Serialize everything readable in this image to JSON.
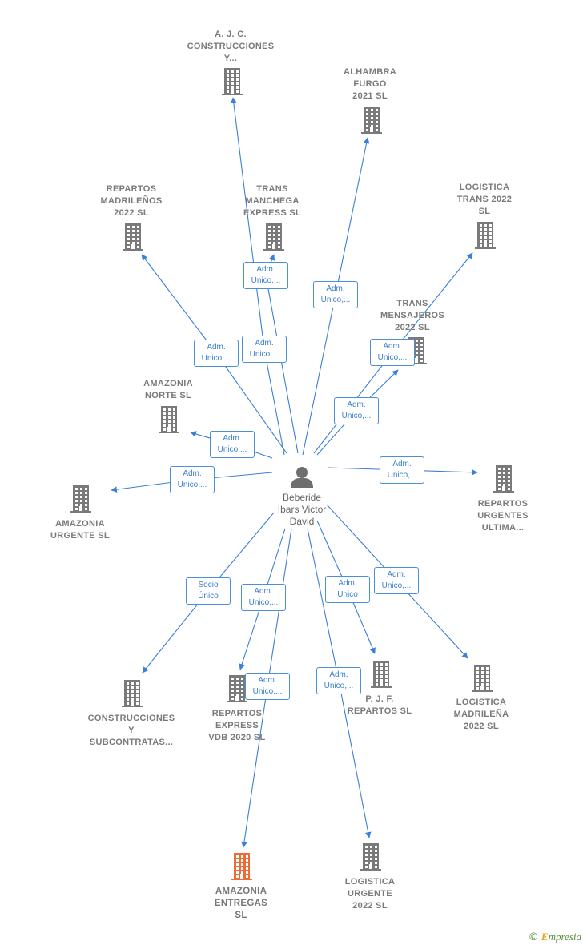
{
  "center": {
    "label": "Beberide\nIbars Victor\nDavid",
    "icon": "person-icon"
  },
  "colors": {
    "edge": "#3a7fd8",
    "node": "#7a7a7a",
    "highlight": "#f06a35",
    "text": "#7a7a7a"
  },
  "nodes": [
    {
      "id": "ajc",
      "label": "A.  J.  C.\nCONSTRUCCIONES\nY...",
      "edge_label": "Adm.\nUnico,..."
    },
    {
      "id": "alhambra",
      "label": "ALHAMBRA\nFURGO\n2021  SL",
      "edge_label": "Adm.\nUnico,..."
    },
    {
      "id": "repartos_madrilenos",
      "label": "REPARTOS\nMADRILEÑOS\n2022  SL",
      "edge_label": "Adm.\nUnico,..."
    },
    {
      "id": "trans_manchega",
      "label": "TRANS\nMANCHEGA\nEXPRESS  SL",
      "edge_label": "Adm.\nUnico,..."
    },
    {
      "id": "logistica_trans",
      "label": "LOGISTICA\nTRANS 2022\nSL",
      "edge_label": "Adm.\nUnico,..."
    },
    {
      "id": "trans_mensajeros",
      "label": "TRANS\nMENSAJEROS\n2022  SL",
      "edge_label": "Adm.\nUnico,..."
    },
    {
      "id": "amazonia_norte",
      "label": "AMAZONIA\nNORTE  SL",
      "edge_label": "Adm.\nUnico,..."
    },
    {
      "id": "amazonia_urgente",
      "label": "AMAZONIA\nURGENTE  SL",
      "edge_label": "Adm.\nUnico,..."
    },
    {
      "id": "repartos_urgentes",
      "label": "REPARTOS\nURGENTES\nULTIMA...",
      "edge_label": "Adm.\nUnico,..."
    },
    {
      "id": "construcciones",
      "label": "CONSTRUCCIONES\nY\nSUBCONTRATAS...",
      "edge_label": "Socio\nÚnico"
    },
    {
      "id": "repartos_express",
      "label": "REPARTOS\nEXPRESS\nVDB 2020  SL",
      "edge_label": "Adm.\nUnico,..."
    },
    {
      "id": "pjf",
      "label": "P.  J.  F.\nREPARTOS  SL",
      "edge_label": "Adm.\nUnico"
    },
    {
      "id": "logistica_madrilena",
      "label": "LOGISTICA\nMADRILEÑA\n2022  SL",
      "edge_label": "Adm.\nUnico,..."
    },
    {
      "id": "amazonia_entregas",
      "label": "AMAZONIA\nENTREGAS\nSL",
      "edge_label": "Adm.\nUnico,...",
      "highlight": true
    },
    {
      "id": "logistica_urgente",
      "label": "LOGISTICA\nURGENTE\n2022  SL",
      "edge_label": "Adm.\nUnico,..."
    }
  ],
  "brand": {
    "copyright": "©",
    "name": "mpresia",
    "initial": "E"
  }
}
